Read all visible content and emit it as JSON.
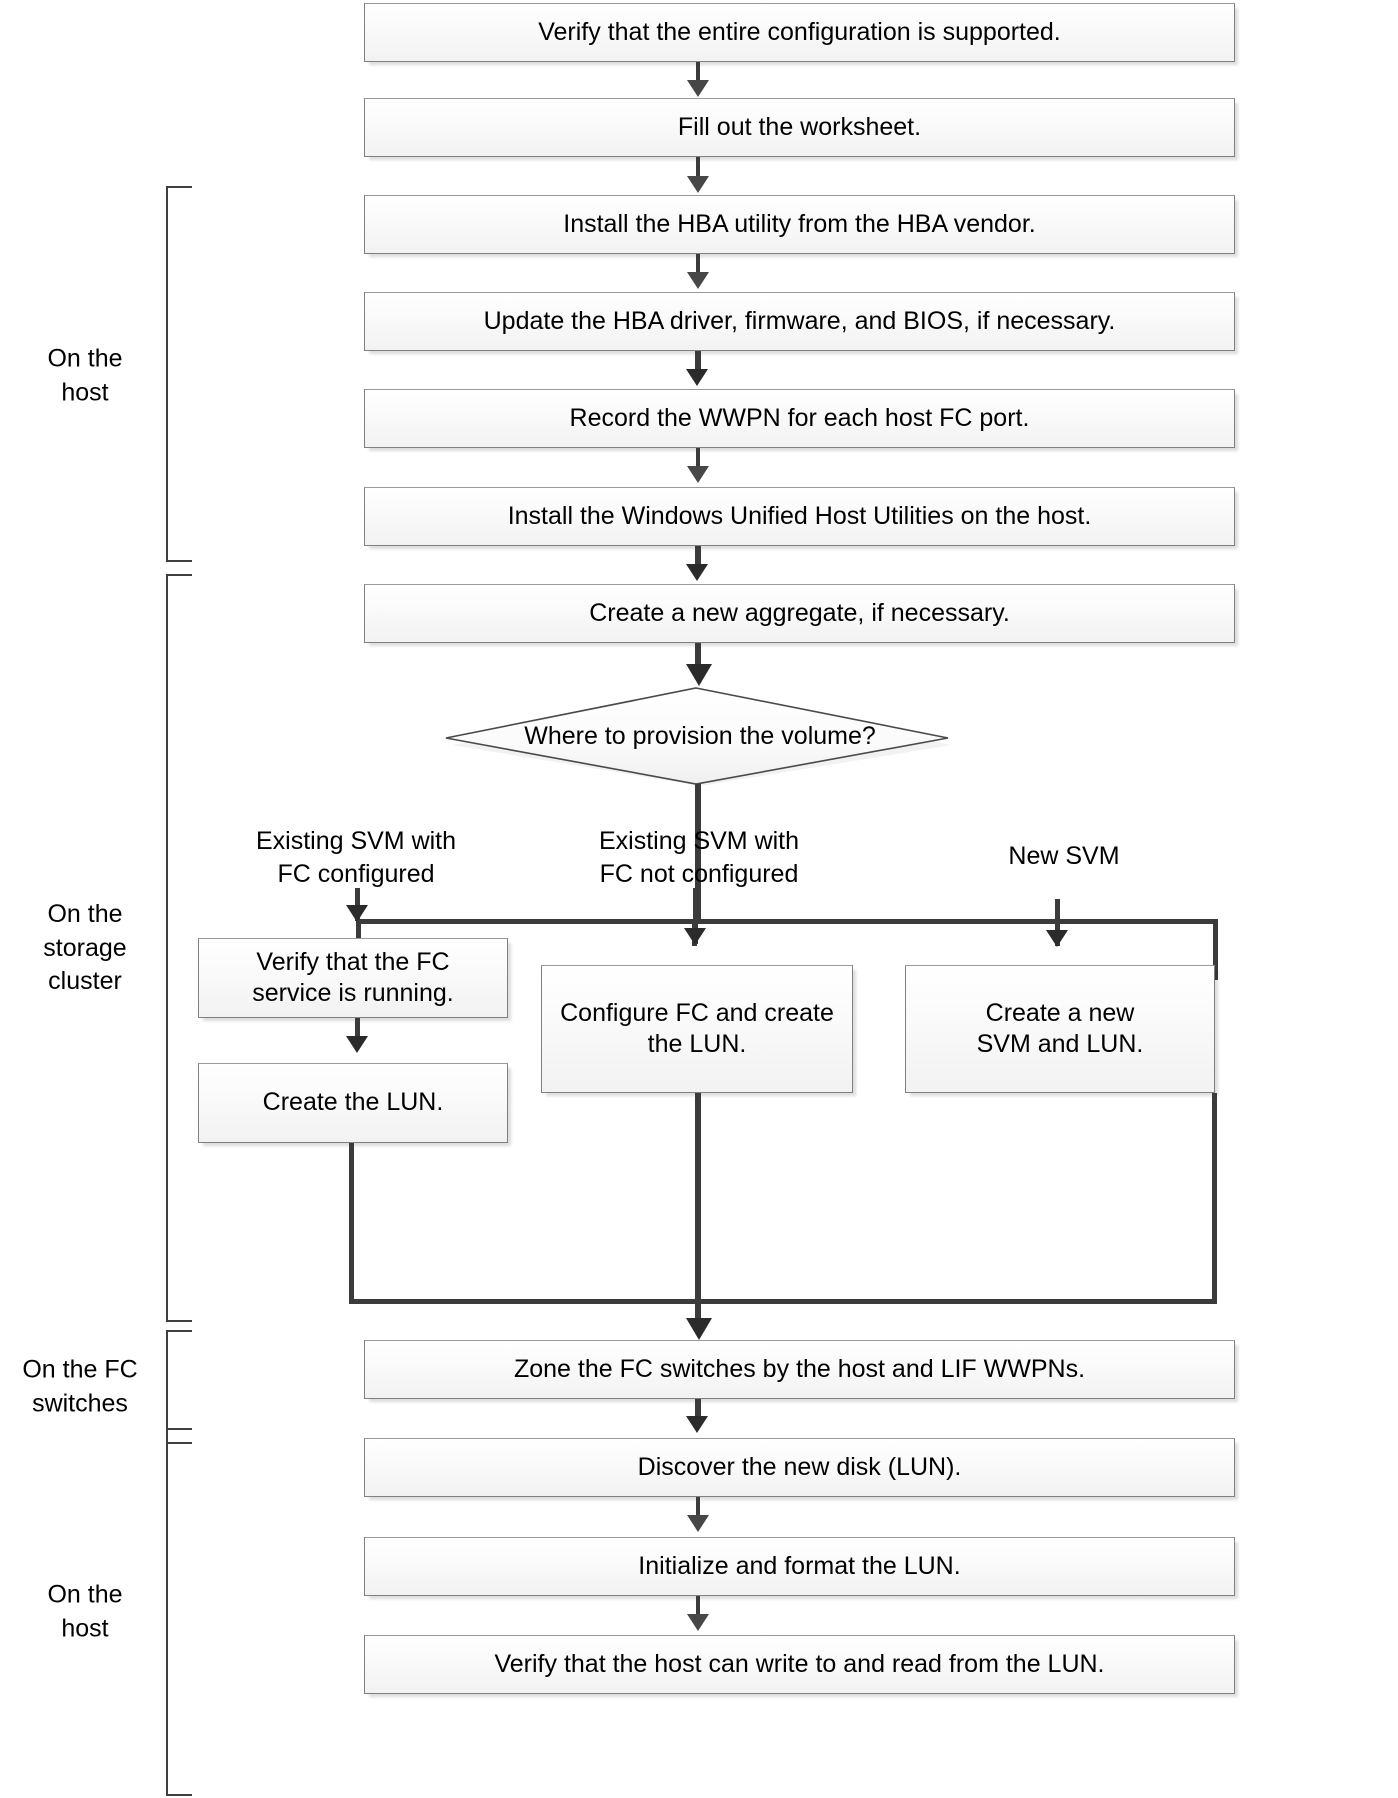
{
  "diagram": {
    "title": "FC configuration workflow for Windows host",
    "type": "flowchart",
    "accent_line_color": "#3b3b3b",
    "box_border_color": "#808080"
  },
  "lanes": [
    {
      "id": "host-top",
      "label": "On the\nhost"
    },
    {
      "id": "storage-cluster",
      "label": "On the\nstorage\ncluster"
    },
    {
      "id": "fc-switches",
      "label": "On the FC\nswitches"
    },
    {
      "id": "host-bottom",
      "label": "On the\nhost"
    }
  ],
  "nodes": {
    "verify_config": "Verify that the entire configuration is supported.",
    "worksheet": "Fill out the worksheet.",
    "hba_utility": "Install the HBA utility from the HBA vendor.",
    "hba_update": "Update the HBA driver, firmware, and BIOS, if necessary.",
    "record_wwpn": "Record the WWPN for each host FC port.",
    "install_wuhu": "Install the Windows Unified Host Utilities on the host.",
    "create_aggr": "Create a new aggregate, if necessary.",
    "decision": "Where to provision the volume?",
    "verify_fc_svc": "Verify that the FC\nservice is running.",
    "create_lun": "Create the LUN.",
    "configure_fc": "Configure FC and create\nthe LUN.",
    "create_svm_lun": "Create a new\nSVM and LUN.",
    "zone_switches": "Zone the FC switches by the host and LIF WWPNs.",
    "discover_disk": "Discover the new disk (LUN).",
    "init_format": "Initialize and format the LUN.",
    "verify_rw": "Verify that the host can write to and read from the LUN."
  },
  "branch_labels": {
    "left": "Existing SVM with\nFC configured",
    "middle": "Existing SVM with\nFC not configured",
    "right": "New SVM"
  }
}
